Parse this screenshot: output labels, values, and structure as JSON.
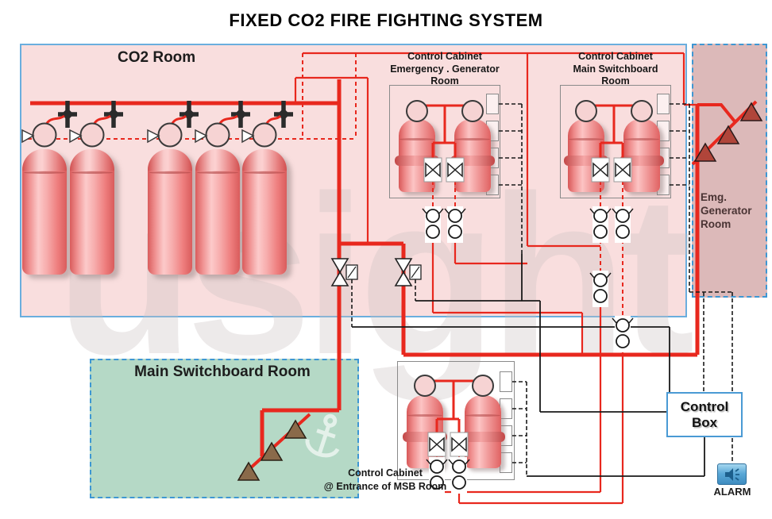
{
  "title": "FIXED CO2 FIRE FIGHTING SYSTEM",
  "rooms": {
    "co2": {
      "label": "CO2 Room",
      "cylinder_count": 5
    },
    "emg": {
      "line1": "Emg.",
      "line2": "Generator",
      "line3": "Room",
      "nozzle_count": 3
    },
    "msb": {
      "label": "Main Switchboard Room",
      "nozzle_count": 3
    }
  },
  "cabinets": [
    {
      "line1": "Control Cabinet",
      "line2": "Emergency . Generator",
      "line3": "Room",
      "pilot_cylinders": 2
    },
    {
      "line1": "Control Cabinet",
      "line2": "Main Switchboard",
      "line3": "Room",
      "pilot_cylinders": 2
    },
    {
      "line1": "Control Cabinet",
      "line2": "@ Entrance of MSB Room",
      "pilot_cylinders": 2
    }
  ],
  "control_box": {
    "line1": "Control",
    "line2": "Box"
  },
  "alarm": {
    "label": "ALARM"
  },
  "colors": {
    "pipe_red": "#e8281e",
    "wire_black": "#1a1a1a",
    "co2_room_bg": "#f9dede",
    "emg_room_bg": "#dcb9b9",
    "msb_room_bg": "#b5d9c6",
    "room_border_blue": "#3e97d3",
    "cylinder_red": "#ee7d7d",
    "emg_nozzle": "#b0453a",
    "msb_nozzle": "#8a6a4a",
    "alarm_blue": "#58a7d6",
    "control_box_border": "#4a9ad4"
  }
}
